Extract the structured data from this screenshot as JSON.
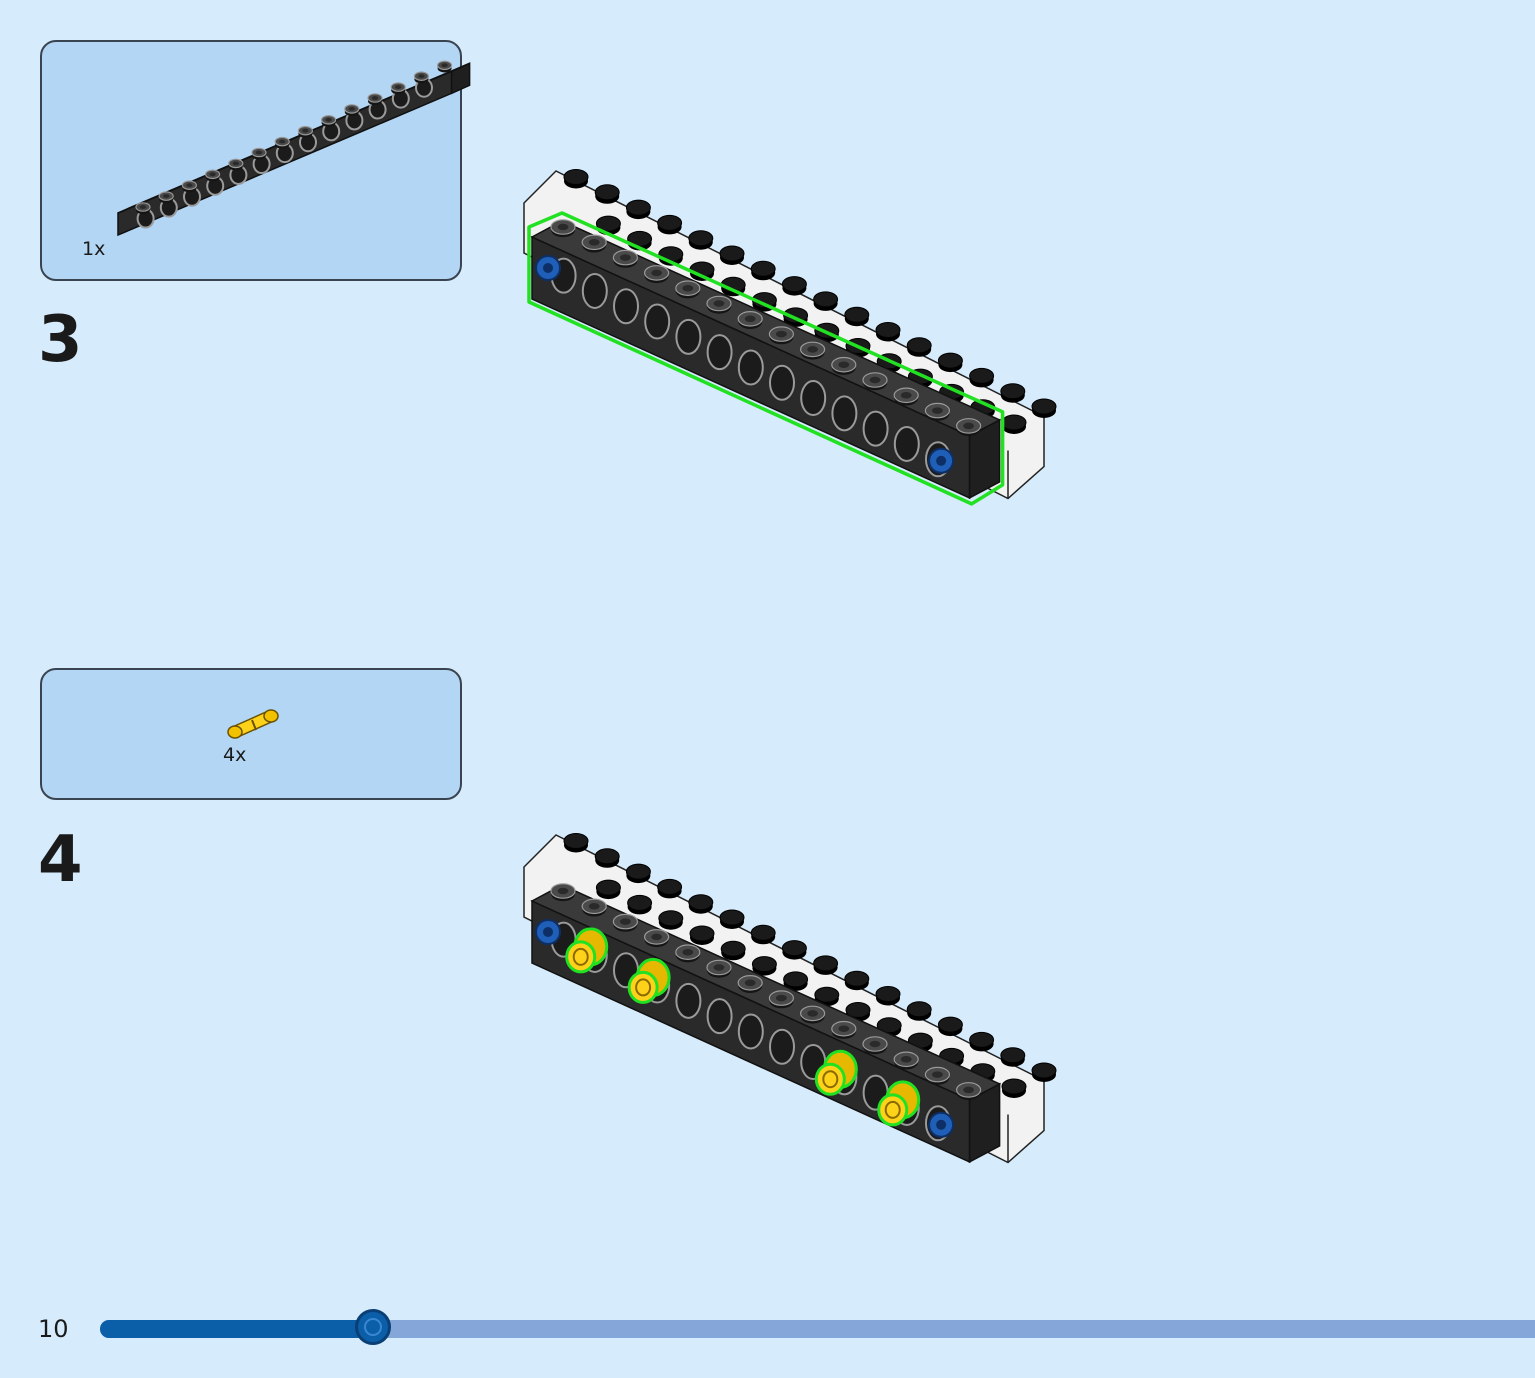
{
  "steps": [
    {
      "number": "3",
      "parts": [
        {
          "name": "black-technic-brick-1x14",
          "quantity": "1x"
        }
      ]
    },
    {
      "number": "4",
      "parts": [
        {
          "name": "yellow-connector-pin",
          "quantity": "4x"
        }
      ]
    }
  ],
  "footer": {
    "page_number": "10",
    "progress_fraction": 0.19
  },
  "colors": {
    "background": "#d6ebfb",
    "parts_box": "#b3d6f5",
    "highlight": "#22e022",
    "black_brick": "#2a2a2a",
    "white_brick": "#f2f2f2",
    "yellow_pin": "#ffd21a",
    "blue_pin": "#1f5fb8",
    "progress_fill": "#0b5ea8",
    "progress_track": "#84a6d8"
  }
}
